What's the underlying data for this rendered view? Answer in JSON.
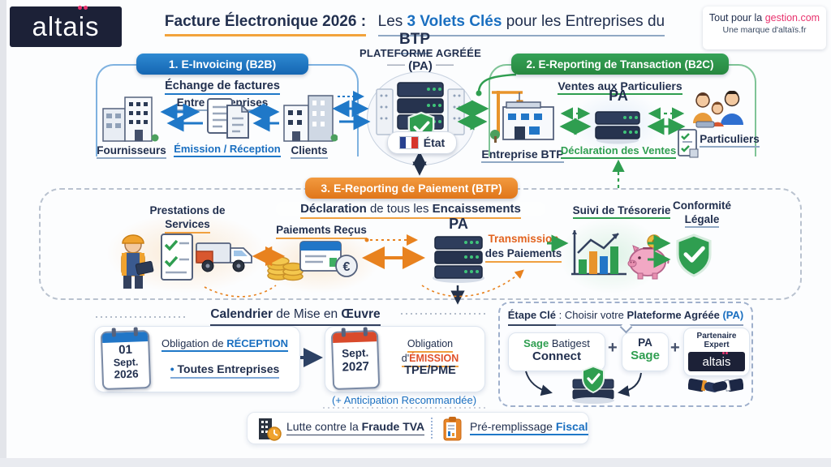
{
  "brand": {
    "logo_p1": "alta",
    "logo_p2": "i",
    "logo_p3": "s",
    "tagline_prefix": "Tout pour la ",
    "tagline_link": "gestion.com",
    "tagline_sub": "Une marque d'altaïs.fr"
  },
  "header": {
    "t1": "Facture Électronique 2026 :",
    "t2": "Les ",
    "t3": "3 Volets Clés",
    "t4": " pour les Entreprises du ",
    "t5": "BTP"
  },
  "platform": {
    "title": "PLATEFORME AGRÉÉE",
    "pa": "(PA)",
    "etat": "État"
  },
  "s1": {
    "badge": "1. E-Invoicing (B2B)",
    "sub1": "Échange de factures",
    "sub2": "Entre Entreprises",
    "left": "Fournisseurs",
    "mid": "Émission / Réception",
    "right": "Clients"
  },
  "s2": {
    "badge": "2. E-Reporting de Transaction (B2C)",
    "sub": "Ventes aux Particuliers",
    "left": "Entreprise BTP",
    "pa": "PA",
    "mid": "Déclaration des Ventes",
    "right": "Particuliers"
  },
  "s3": {
    "badge": "3. E-Reporting de Paiement  (BTP)",
    "sub_b1": "Déclaration",
    "sub_r": " de tous les ",
    "sub_b2": "Encaissements",
    "item1_l1": "Prestations de",
    "item1_l2": "Services",
    "item2": "Paiements Reçus",
    "pa": "PA",
    "trans_l1": "Transmission",
    "trans_l2": "des Paiements",
    "item4": "Suivi de Trésorerie",
    "item5_l1": "Conformité",
    "item5_l2": "Légale"
  },
  "calendar": {
    "title_b1": "Calendrier",
    "title_r": " de Mise en ",
    "title_b2": "Œuvre",
    "m1": {
      "day": "01",
      "month": "Sept.",
      "year": "2026",
      "l1": "Obligation de ",
      "l1h": "RÉCEPTION",
      "bullet": "•",
      "l2": "Toutes Entreprises"
    },
    "m2": {
      "month": "Sept.",
      "year": "2027",
      "l1": "Obligation d'",
      "l1h": "ÉMISSION",
      "l2": "TPE/PME"
    },
    "note": "(+ Anticipation Recommandée)"
  },
  "keystep": {
    "t1": "Étape Clé",
    "t2": " : Choisir votre ",
    "t3": "Plateforme Agréée",
    "t4": " (PA)",
    "c1a": "Sage",
    "c1b": " Batigest",
    "c1c": "Connect",
    "plus": "+",
    "c2a": "PA",
    "c2b": "Sage",
    "c3": "Partenaire Expert",
    "c3_logo_p1": "alta",
    "c3_logo_p2": "i",
    "c3_logo_p3": "s"
  },
  "footer": {
    "i1a": "Lutte contre la ",
    "i1b": "Fraude TVA",
    "i2a": "Pré-remplissage ",
    "i2b": "Fiscal"
  },
  "colors": {
    "navy": "#22304f",
    "blue": "#1a6fc0",
    "green": "#2f9e50",
    "orange": "#e8821f",
    "pink": "#e8336e",
    "logo_bg": "#1c2137"
  }
}
